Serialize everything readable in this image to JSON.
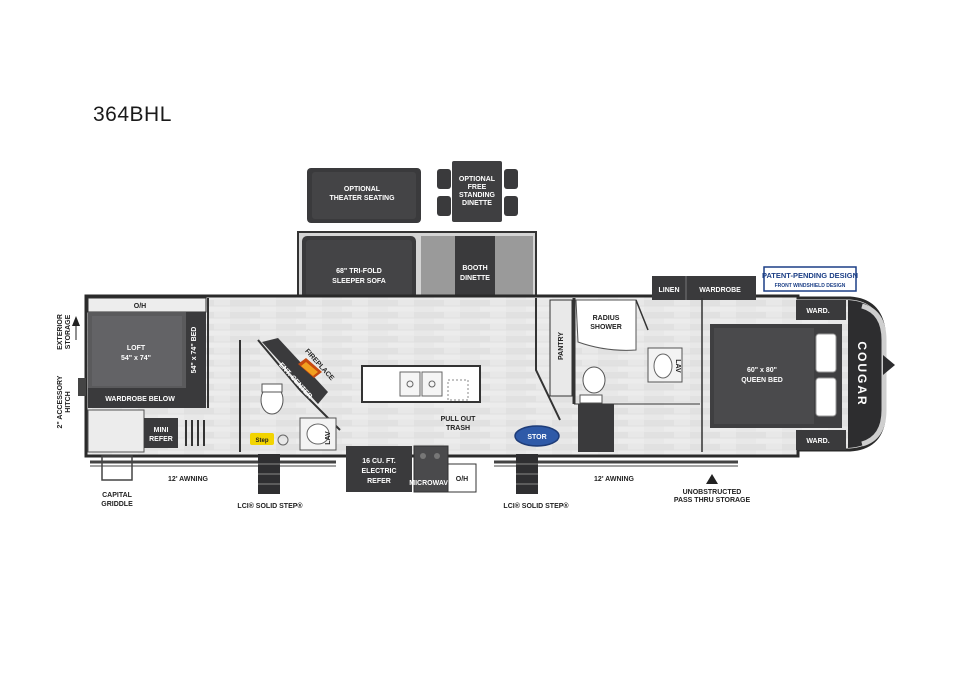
{
  "model": "364BHL",
  "labels": {
    "theater_seating": [
      "OPTIONAL",
      "THEATER SEATING"
    ],
    "free_dinette": [
      "OPTIONAL",
      "FREE",
      "STANDING",
      "DINETTE"
    ],
    "sofa": [
      "68\" TRI-FOLD",
      "SLEEPER SOFA"
    ],
    "booth_dinette": [
      "BOOTH",
      "DINETTE"
    ],
    "exterior_storage": [
      "EXTERIOR",
      "STORAGE"
    ],
    "accessory_hitch": [
      "2\" ACCESSORY",
      "HITCH"
    ],
    "oh": "O/H",
    "loft": [
      "LOFT",
      "54\" x 74\""
    ],
    "bed_54": "54\" x 74\" BED",
    "wardrobe_below": "WARDROBE BELOW",
    "mini_refer": [
      "MINI",
      "REFER"
    ],
    "fireplace": "FIREPLACE",
    "ent_center": "ENT. CENTER",
    "lav": "LAV",
    "pull_out_trash": [
      "PULL OUT",
      "TRASH"
    ],
    "pantry": "PANTRY",
    "radius_shower": [
      "RADIUS",
      "SHOWER"
    ],
    "linen": "LINEN",
    "wardrobe": "WARDROBE",
    "patent_title": "PATENT-PENDING DESIGN",
    "patent_sub": "FRONT WINDSHIELD DESIGN",
    "ward": "WARD.",
    "queen_bed": [
      "60\" x 80\"",
      "QUEEN BED"
    ],
    "brand": "COUGAR",
    "refer": [
      "16 CU. FT.",
      "ELECTRIC",
      "REFER"
    ],
    "microwave": "MICROWAVE",
    "awning": "12' AWNING",
    "capital_griddle": [
      "CAPITAL",
      "GRIDDLE"
    ],
    "solid_step": "LCI® SOLID STEP®",
    "pass_thru": [
      "UNOBSTRUCTED",
      "PASS THRU STORAGE"
    ],
    "stor_badge": "STOR",
    "step_badge": "Step"
  },
  "colors": {
    "dark": "#3c3c3e",
    "floor": "#e6e6e6",
    "wall": "#2a2a2a",
    "bed": "#4a4a4c",
    "badge_blue": "#2f5aa8"
  }
}
